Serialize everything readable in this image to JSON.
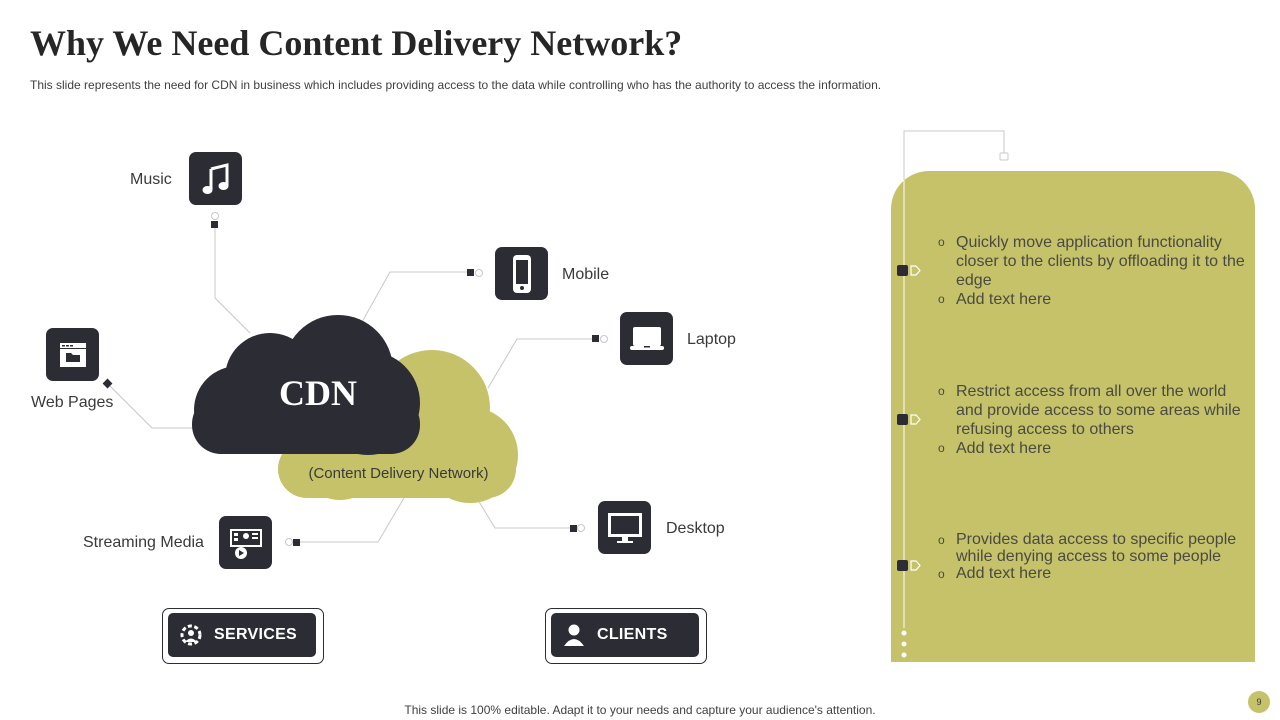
{
  "header": {
    "title": "Why We Need Content Delivery Network?",
    "subtitle": "This slide represents the need for CDN in business which includes providing access to the data while controlling who has the authority to access the information."
  },
  "diagram": {
    "center_label": "CDN",
    "center_sublabel": "(Content Delivery Network)",
    "services": [
      {
        "label": "Music",
        "icon": "music-note-icon"
      },
      {
        "label": "Web Pages",
        "icon": "browser-window-icon"
      },
      {
        "label": "Streaming Media",
        "icon": "streaming-media-icon"
      }
    ],
    "clients": [
      {
        "label": "Mobile",
        "icon": "mobile-phone-icon"
      },
      {
        "label": "Laptop",
        "icon": "laptop-icon"
      },
      {
        "label": "Desktop",
        "icon": "desktop-monitor-icon"
      }
    ],
    "services_button": {
      "label": "SERVICES",
      "icon": "gear-person-icon"
    },
    "clients_button": {
      "label": "CLIENTS",
      "icon": "user-icon"
    }
  },
  "panel": {
    "groups": [
      {
        "items": [
          "Quickly move application functionality  closer to the clients by offloading it to the edge",
          "Add text here"
        ]
      },
      {
        "items": [
          "Restrict access from all over the world and provide access to some areas while refusing access to others",
          "Add text here"
        ]
      },
      {
        "items": [
          "Provides data access to specific people while denying access to some people",
          "Add text here"
        ]
      }
    ]
  },
  "footer": {
    "note": "This slide is 100% editable. Adapt it to your needs and capture your audience's attention.",
    "page_number": "9"
  },
  "colors": {
    "dark": "#2c2c34",
    "accent": "#c5c26a"
  }
}
